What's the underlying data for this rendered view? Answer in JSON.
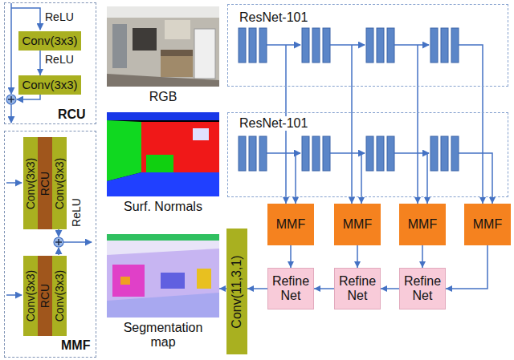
{
  "diagram": {
    "nodes": [
      {
        "text": [
          "RCU"
        ]
      },
      {
        "text": [
          "Conv(3x3)"
        ],
        "in": 0
      },
      {
        "text": [
          "Conv(3x3)"
        ],
        "in": 0
      },
      {
        "text": [
          "RGB"
        ]
      },
      {
        "text": [
          "ResNet-101"
        ]
      },
      {
        "text": [
          "ResNet-101"
        ]
      },
      {
        "text": [
          "Surf. Normals"
        ]
      },
      {
        "text": [
          "MMF"
        ]
      },
      {
        "text": [
          "Conv(3x3)"
        ],
        "in": 7
      },
      {
        "text": [
          "RCU"
        ],
        "in": 7
      },
      {
        "text": [
          "Conv(3x3)"
        ],
        "in": 7
      },
      {
        "text": [
          "Conv(3x3)"
        ],
        "in": 7
      },
      {
        "text": [
          "RCU"
        ],
        "in": 7
      },
      {
        "text": [
          "Conv(3x3)"
        ],
        "in": 7
      },
      {
        "text": [
          "MMF"
        ]
      },
      {
        "text": [
          "MMF"
        ]
      },
      {
        "text": [
          "MMF"
        ]
      },
      {
        "text": [
          "MMF"
        ]
      },
      {
        "text": [
          "Segmentation map"
        ]
      },
      {
        "text": [
          "Conv(11,3,1)"
        ]
      },
      {
        "text": [
          "Refine Net"
        ]
      },
      {
        "text": [
          "Refine Net"
        ]
      },
      {
        "text": [
          "Refine Net"
        ]
      }
    ],
    "edges": [
      {
        "from": 1,
        "to": 2,
        "arrow": "to"
      },
      {
        "from": 4,
        "to": 14,
        "arrow": "to"
      },
      {
        "from": 5,
        "to": 14,
        "arrow": "to"
      },
      {
        "from": 4,
        "to": 15,
        "arrow": "to"
      },
      {
        "from": 5,
        "to": 15,
        "arrow": "to"
      },
      {
        "from": 4,
        "to": 16,
        "arrow": "to"
      },
      {
        "from": 5,
        "to": 16,
        "arrow": "to"
      },
      {
        "from": 4,
        "to": 17,
        "arrow": "to"
      },
      {
        "from": 5,
        "to": 17,
        "arrow": "to"
      },
      {
        "from": 14,
        "to": 20,
        "arrow": "to"
      },
      {
        "from": 15,
        "to": 21,
        "arrow": "to"
      },
      {
        "from": 16,
        "to": 22,
        "arrow": "to"
      },
      {
        "from": 17,
        "to": 22,
        "arrow": "to"
      },
      {
        "from": 22,
        "to": 21,
        "arrow": "to"
      },
      {
        "from": 21,
        "to": 20,
        "arrow": "to"
      },
      {
        "from": 20,
        "to": 19,
        "arrow": "to"
      },
      {
        "from": 19,
        "to": 18,
        "arrow": "to"
      }
    ],
    "labels": [
      "ReLU",
      "ReLU",
      "ReLU"
    ]
  }
}
